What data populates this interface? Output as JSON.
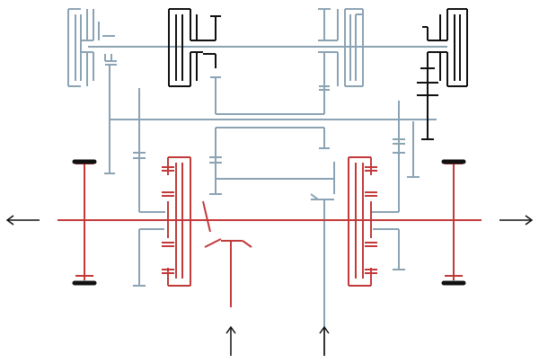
{
  "diagram": {
    "kind": "gearbox-schematic",
    "labels": [],
    "colors": {
      "grey": "#8CA3B4",
      "red": "#C23A3A",
      "black": "#111111",
      "background": "#FFFFFF"
    },
    "components": [
      "left-clutch-housing",
      "upper-main-shaft",
      "black-left-clutch",
      "right-clutch-housing",
      "black-right-clutch",
      "planetary-left-ring",
      "planetary-right-ring",
      "output-axle",
      "left-wheel",
      "right-wheel",
      "input-shaft-red",
      "input-shaft-grey",
      "output-arrow-left",
      "output-arrow-right",
      "input-arrow-left",
      "input-arrow-right"
    ]
  }
}
